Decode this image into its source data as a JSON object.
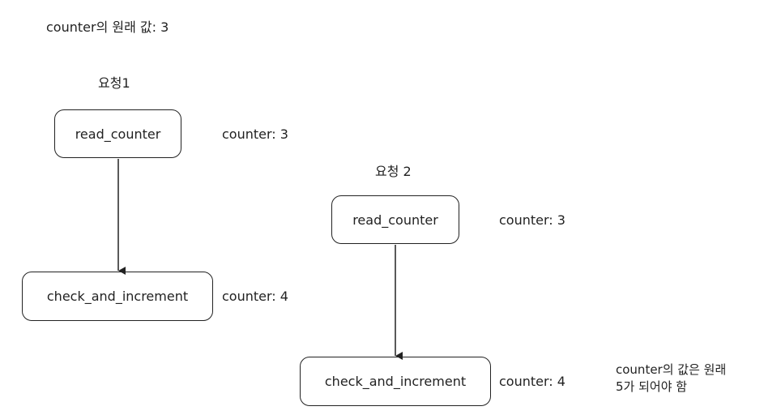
{
  "original_value_text": "counter의 원래 값: 3",
  "request1": {
    "title": "요청1",
    "step1": {
      "label": "read_counter",
      "counter": "counter: 3"
    },
    "step2": {
      "label": "check_and_increment",
      "counter": "counter: 4"
    }
  },
  "request2": {
    "title": "요청 2",
    "step1": {
      "label": "read_counter",
      "counter": "counter: 3"
    },
    "step2": {
      "label": "check_and_increment",
      "counter": "counter: 4"
    }
  },
  "note": {
    "line1": "counter의 값은 원래",
    "line2": "5가 되어야 함"
  }
}
